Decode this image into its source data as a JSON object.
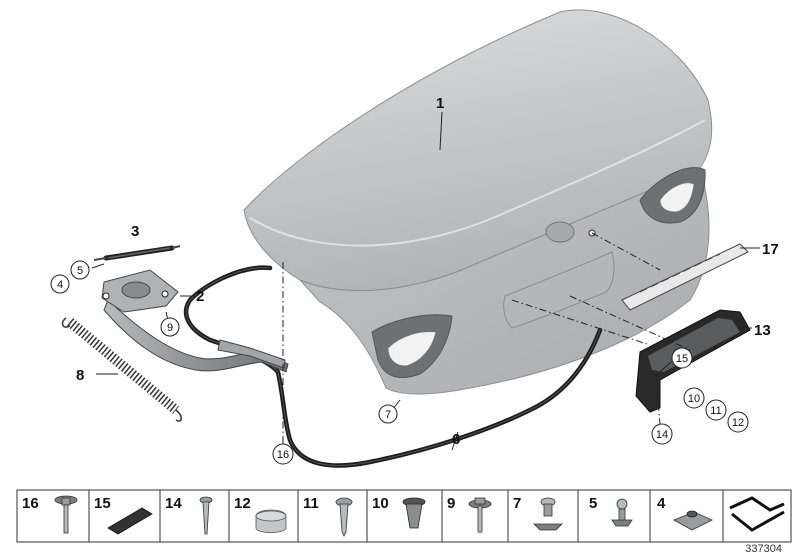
{
  "callouts": {
    "c1": "1",
    "c2": "2",
    "c3": "3",
    "c4": "4",
    "c5": "5",
    "c6": "6",
    "c7": "7",
    "c8": "8",
    "c9": "9",
    "c10": "10",
    "c11": "11",
    "c12": "12",
    "c13": "13",
    "c14": "14",
    "c15": "15",
    "c16": "16",
    "c17": "17"
  },
  "parts_strip": [
    {
      "label": "16",
      "icon": "bolt-with-washer-icon"
    },
    {
      "label": "15",
      "icon": "adhesive-strip-icon"
    },
    {
      "label": "14",
      "icon": "screw-icon"
    },
    {
      "label": "12",
      "icon": "cap-icon"
    },
    {
      "label": "11",
      "icon": "tapping-screw-icon"
    },
    {
      "label": "10",
      "icon": "expanding-rivet-icon"
    },
    {
      "label": "9",
      "icon": "hex-bolt-icon"
    },
    {
      "label": "7",
      "icon": "clip-icon"
    },
    {
      "label": "5",
      "icon": "ball-stud-icon"
    },
    {
      "label": "4",
      "icon": "clip-nut-icon"
    },
    {
      "label": "",
      "icon": "gasket-seal-icon"
    }
  ],
  "diagram_id": "337304",
  "colors": {
    "panel": "#c9cbcd",
    "panel_dark": "#9fa2a5",
    "metal": "#8e9194",
    "rubber": "#1c1c1c"
  }
}
